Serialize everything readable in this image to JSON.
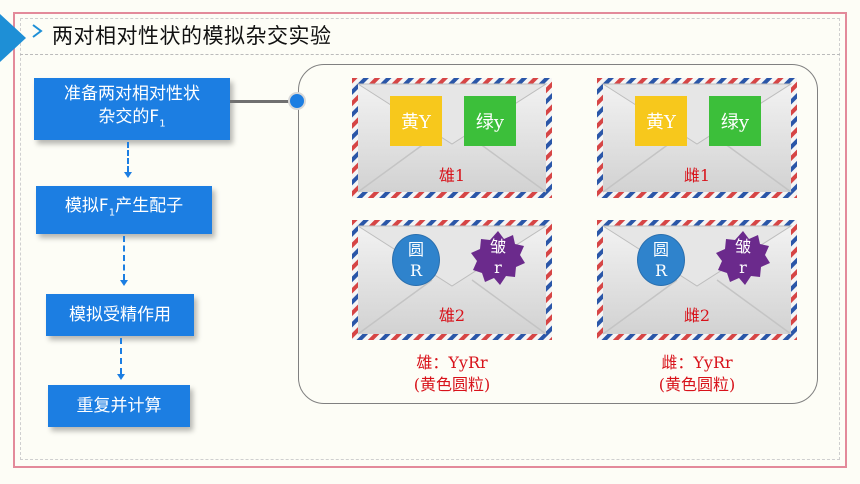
{
  "header": {
    "title": "两对相对性状的模拟杂交实验"
  },
  "steps": [
    {
      "line1": "准备两对相对性状",
      "line2_pre": "杂交的F",
      "line2_sub": "1"
    },
    {
      "pre": "模拟F",
      "sub": "1",
      "post": "产生配子"
    },
    {
      "label": "模拟受精作用"
    },
    {
      "label": "重复并计算"
    }
  ],
  "envelopes": [
    {
      "label": "雄1",
      "tags": [
        "黄Y",
        "绿y"
      ]
    },
    {
      "label": "雌1",
      "tags": [
        "黄Y",
        "绿y"
      ]
    },
    {
      "label": "雄2",
      "round": [
        "圆",
        "R"
      ],
      "wrinkled": [
        "皱",
        "r"
      ]
    },
    {
      "label": "雌2",
      "round": [
        "圆",
        "R"
      ],
      "wrinkled": [
        "皱",
        "r"
      ]
    }
  ],
  "genotypes": [
    {
      "line1": "雄：YyRr",
      "line2": "(黄色圆粒)"
    },
    {
      "line1": "雌：YyRr",
      "line2": "(黄色圆粒)"
    }
  ],
  "colors": {
    "accent": "#1c7ee2",
    "frame": "#e38a9a",
    "label_red": "#d8121a",
    "yellow": "#f7c81c",
    "green": "#3cbf3a",
    "round_blue": "#2f83cc",
    "wrinkled_purple": "#6b2a8c"
  },
  "icons": [
    "chevron-right-icon",
    "envelope-icon"
  ]
}
